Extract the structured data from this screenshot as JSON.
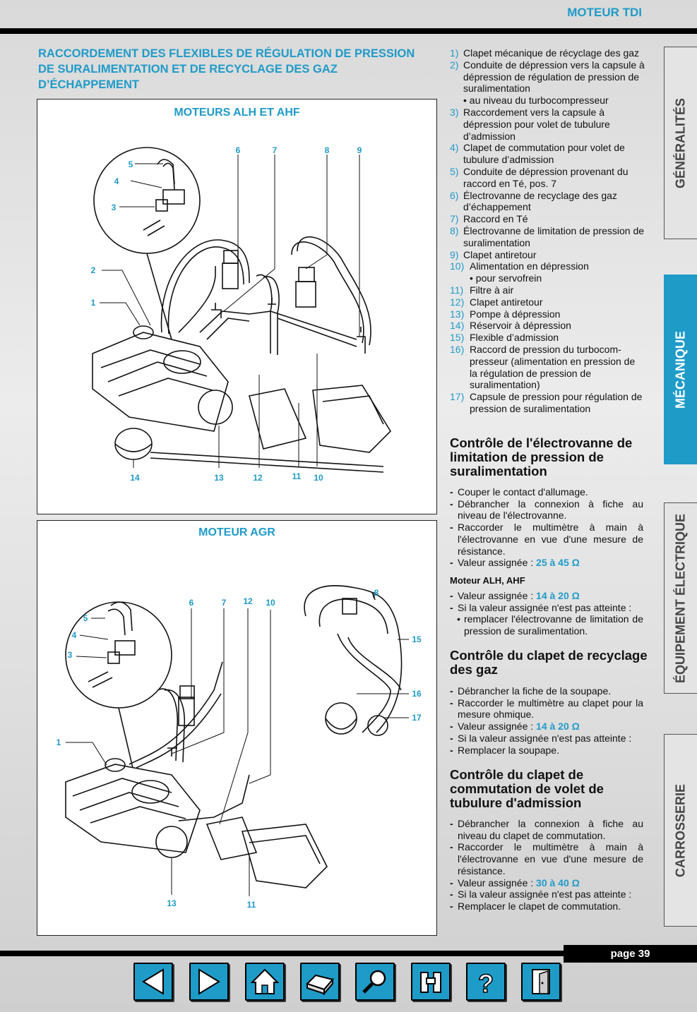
{
  "header": {
    "title": "MOTEUR TDI"
  },
  "section_title": "RACCORDEMENT DES FLEXIBLES DE RÉGULATION DE PRESSION DE SURALIMENTATION ET DE RECYCLAGE DES GAZ D’ÉCHAPPEMENT",
  "figure1": {
    "title": "MOTEURS ALH ET AHF",
    "callouts": [
      "1",
      "2",
      "3",
      "4",
      "5",
      "6",
      "7",
      "8",
      "9",
      "10",
      "11",
      "12",
      "13",
      "14"
    ]
  },
  "figure2": {
    "title": "MOTEUR AGR",
    "callouts": [
      "1",
      "3",
      "4",
      "5",
      "6",
      "7",
      "8",
      "10",
      "11",
      "12",
      "13",
      "15",
      "16",
      "17"
    ]
  },
  "legend": [
    {
      "num": "1)",
      "text": "Clapet mécanique de récyclage des gaz"
    },
    {
      "num": "2)",
      "text": "Conduite de dépression vers la capsule à dépression de régulation de pression de suralimentation",
      "sub": "• au niveau du turbocompresseur"
    },
    {
      "num": "3)",
      "text": "Raccordement vers la capsule à dépression pour volet de tubulure d’admission"
    },
    {
      "num": "4)",
      "text": "Clapet de commutation pour volet de tubulure d’admission"
    },
    {
      "num": "5)",
      "text": "Conduite de dépression provenant du raccord en Té, pos. 7"
    },
    {
      "num": "6)",
      "text": "Électrovanne de recyclage des gaz d’échappement"
    },
    {
      "num": "7)",
      "text": "Raccord en Té"
    },
    {
      "num": "8)",
      "text": "Électrovanne de limitation de pression de suralimentation"
    },
    {
      "num": "9)",
      "text": "Clapet antiretour"
    },
    {
      "num": "10)",
      "text": "Alimentation en dépression",
      "sub": "• pour servofrein"
    },
    {
      "num": "11)",
      "text": "Filtre à air"
    },
    {
      "num": "12)",
      "text": "Clapet antiretour"
    },
    {
      "num": "13)",
      "text": "Pompe à dépression"
    },
    {
      "num": "14)",
      "text": "Réservoir à dépression"
    },
    {
      "num": "15)",
      "text": "Flexible d’admission"
    },
    {
      "num": "16)",
      "text": "Raccord de pression du turbocom-presseur (alimentation en pression de la régulation de pression de suralimentation)"
    },
    {
      "num": "17)",
      "text": "Capsule de pression pour régulation de pression de suralimentation"
    }
  ],
  "section1": {
    "heading": "Contrôle de l'électrovanne de limitation de pression de suralimentation",
    "steps": [
      "Couper le contact d'allumage.",
      "Débrancher la connexion à fiche au niveau de l'électrovanne.",
      "Raccorder le multimètre à main à l'électrovanne en vue d'une mesure de résistance."
    ],
    "value_label": "Valeur assignée : ",
    "value": "25 à 45 Ω",
    "subheading": "Moteur ALH, AHF",
    "value2_label": "Valeur assignée : ",
    "value2": "14 à 20 Ω",
    "step_after": "Si la valeur assignée n'est pas atteinte :",
    "substep": "remplacer l'électrovanne de limitation de pression de suralimentation."
  },
  "section2": {
    "heading": "Contrôle du clapet de recyclage des gaz",
    "step1": "Débrancher la fiche de la soupape.",
    "step2": "Raccorder le multimètre au clapet pour la mesure ohmique.",
    "value_label": "Valeur assignée : ",
    "value": "14 à 20 Ω",
    "step3": "Si la valeur assignée n'est pas atteinte :",
    "step4": "Remplacer la soupape."
  },
  "section3": {
    "heading": "Contrôle du clapet de commutation de volet de tubulure d'admission",
    "step1": "Débrancher la connexion à fiche au niveau du clapet de commutation.",
    "step2": "Raccorder le multimètre à main à l'électrovanne en vue d'une mesure de résistance.",
    "value_label": "Valeur assignée : ",
    "value": "30 à 40 Ω",
    "step3": "Si la valeur assignée n'est pas atteinte :",
    "step4": "Remplacer le clapet de commutation."
  },
  "tabs": [
    "GÉNÉRALITÉS",
    "MÉCANIQUE",
    "ÉQUIPEMENT ÉLECTRIQUE",
    "CARROSSERIE"
  ],
  "footer": {
    "page": "page 39"
  },
  "nav": [
    "previous-icon",
    "next-icon",
    "home-icon",
    "print-icon",
    "search-icon",
    "binoculars-icon",
    "help-icon",
    "exit-icon"
  ],
  "colors": {
    "accent": "#1f9bc8",
    "bar": "#000000"
  }
}
